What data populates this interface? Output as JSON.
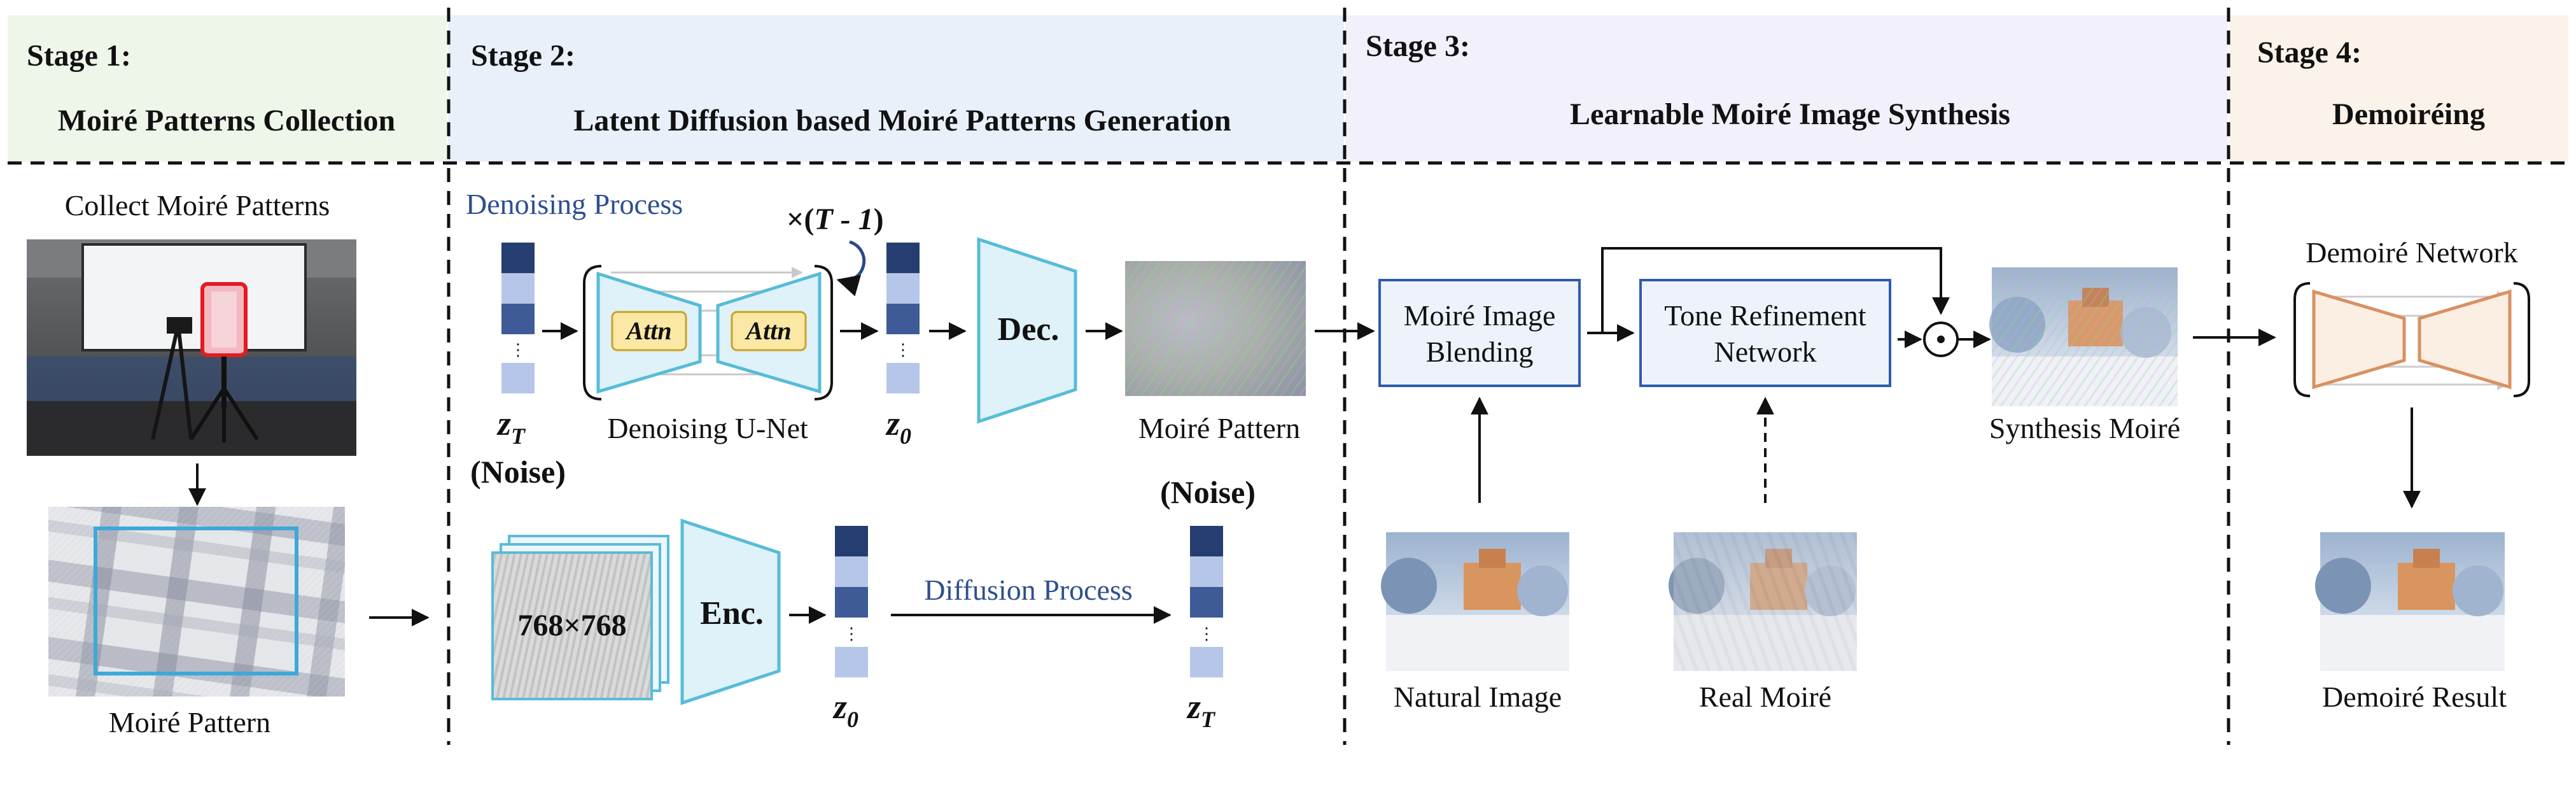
{
  "stages": [
    {
      "label": "Stage 1:",
      "title": "Moiré Patterns Collection",
      "color": "#eef6e9"
    },
    {
      "label": "Stage 2:",
      "title": "Latent Diffusion based Moiré Patterns Generation",
      "color": "#e9f0fa"
    },
    {
      "label": "Stage 3:",
      "title": "Learnable Moiré Image Synthesis",
      "color": "#f1f0fb"
    },
    {
      "label": "Stage 4:",
      "title": "Demoiréing",
      "color": "#fbf3ea"
    }
  ],
  "stage1": {
    "collect_label": "Collect Moiré Patterns",
    "pattern_label": "Moiré Pattern"
  },
  "stage2": {
    "denoising_process": "Denoising Process",
    "repeat": "×(",
    "repeat_var": "T - 1",
    "repeat_close": ")",
    "attn1": "Attn",
    "attn2": "Attn",
    "unet_label": "Denoising U-Net",
    "zT": "z",
    "zT_sub": "T",
    "noise1": "(Noise)",
    "z0": "z",
    "z0_sub": "0",
    "dec": "Dec.",
    "moire_pattern_label": "Moiré Pattern",
    "noise2": "(Noise)",
    "stack_label": "768×768",
    "enc": "Enc.",
    "z0b": "z",
    "z0b_sub": "0",
    "diffusion_process": "Diffusion Process",
    "zTb": "z",
    "zTb_sub": "T"
  },
  "stage3": {
    "blend_line1": "Moiré Image",
    "blend_line2": "Blending",
    "tone_line1": "Tone Refinement",
    "tone_line2": "Network",
    "odot": "⊙",
    "synthesis_label": "Synthesis Moiré",
    "natural_label": "Natural Image",
    "real_label": "Real Moiré"
  },
  "stage4": {
    "network_label": "Demoiré Network",
    "result_label": "Demoiré Result"
  },
  "colors": {
    "latent_dark": "#253d70",
    "latent_mid": "#3e5b97",
    "latent_light": "#b5c6e8",
    "cyan": "#57bcd8",
    "cyan_fill": "#dff1f9",
    "box_blue": "#2f5bb0",
    "box_fill": "#eef3fb",
    "attn_fill": "#fbe8a4",
    "attn_stroke": "#c9a227",
    "orange": "#d99061"
  }
}
